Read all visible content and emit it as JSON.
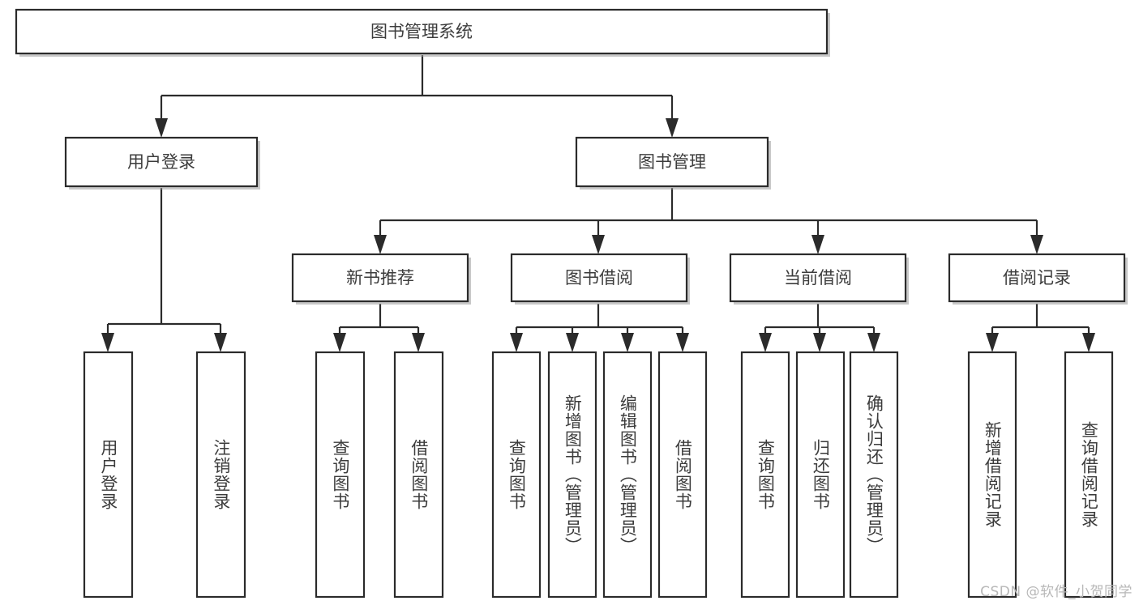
{
  "diagram": {
    "title": "图书管理系统",
    "type": "tree",
    "orientation": "top-down",
    "colors": {
      "box_fill": "#ffffff",
      "box_stroke": "#2b2b2b",
      "text": "#3c3c3c",
      "connector": "#2b2b2b",
      "watermark": "#b7b7b7"
    },
    "root": {
      "label": "图书管理系统"
    },
    "level1": [
      {
        "label": "用户登录"
      },
      {
        "label": "图书管理"
      }
    ],
    "level2": [
      {
        "label": "新书推荐"
      },
      {
        "label": "图书借阅"
      },
      {
        "label": "当前借阅"
      },
      {
        "label": "借阅记录"
      }
    ],
    "leaves": {
      "user_login": [
        {
          "label": "用户登录"
        },
        {
          "label": "注销登录"
        }
      ],
      "new_book_recommend": [
        {
          "label": "查询图书"
        },
        {
          "label": "借阅图书"
        }
      ],
      "book_borrow": [
        {
          "label": "查询图书"
        },
        {
          "label": "新增图书（管理员）"
        },
        {
          "label": "编辑图书（管理员）"
        },
        {
          "label": "借阅图书"
        }
      ],
      "current_borrow": [
        {
          "label": "查询图书"
        },
        {
          "label": "归还图书"
        },
        {
          "label": "确认归还（管理员）"
        }
      ],
      "borrow_record": [
        {
          "label": "新增借阅记录"
        },
        {
          "label": "查询借阅记录"
        }
      ]
    }
  },
  "watermark": {
    "text": "CSDN @软件_小贺同学"
  }
}
